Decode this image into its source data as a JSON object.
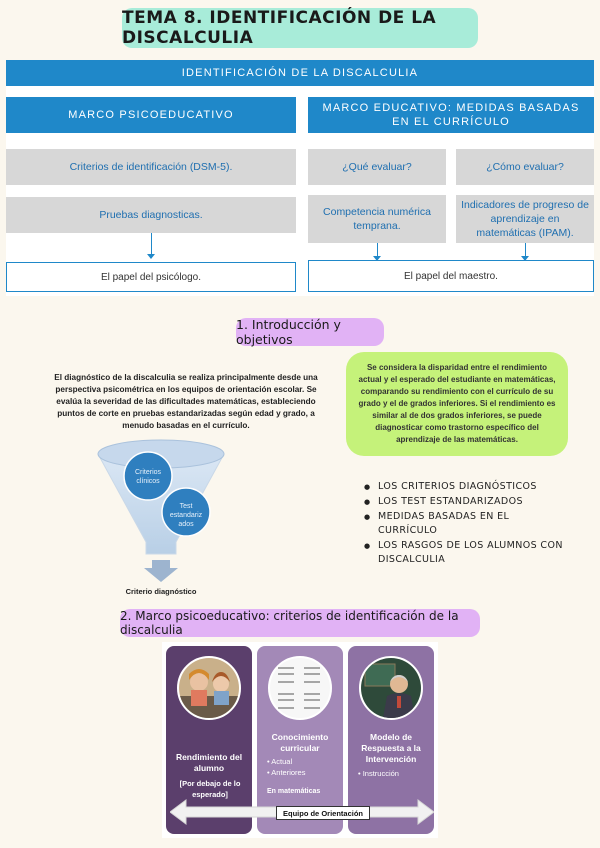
{
  "title": "TEMA 8. IDENTIFICACIÓN DE LA DISCALCULIA",
  "diagram": {
    "top_bar": "IDENTIFICACIÓN DE LA DISCALCULIA",
    "left_header": "MARCO PSICOEDUCATIVO",
    "right_header": "MARCO EDUCATIVO: MEDIDAS BASADAS EN EL CURRÍCULO",
    "left_box1": "Criterios de identificación (DSM-5).",
    "left_box2": "Pruebas diagnosticas.",
    "left_footer": "El papel del psicólogo.",
    "right_q1": "¿Qué evaluar?",
    "right_q2": "¿Cómo evaluar?",
    "right_box1": "Competencia numérica temprana.",
    "right_box2": "Indicadores de progreso de aprendizaje en matemáticas (IPAM).",
    "right_footer": "El papel del maestro."
  },
  "section1": {
    "heading": "1. Introducción y objetivos",
    "intro_text": "El diagnóstico de la discalculia se realiza principalmente desde una perspectiva psicométrica en los equipos de orientación escolar. Se evalúa la severidad de las dificultades matemáticas, estableciendo puntos de corte en pruebas estandarizadas según edad y grado, a menudo basadas en el currículo.",
    "green_box": "Se considera la disparidad entre el rendimiento actual y el esperado del estudiante en matemáticas, comparando su rendimiento con el currículo de su grado y el de grados inferiores. Si el rendimiento es similar al de dos grados inferiores, se puede diagnosticar como trastorno específico del aprendizaje de las matemáticas.",
    "funnel": {
      "circle1": "Criterios clínicos",
      "circle2": "Test estandariz ados",
      "caption": "Criterio diagnóstico"
    },
    "bullets": [
      "LOS CRITERIOS DIAGNÓSTICOS",
      "LOS TEST ESTANDARIZADOS",
      "MEDIDAS BASADAS EN EL CURRÍCULO",
      "LOS RASGOS DE LOS ALUMNOS CON DISCALCULIA"
    ]
  },
  "section2": {
    "heading": "2. Marco psicoeducativo: criterios de identificación de la discalculia",
    "col1": {
      "title": "Rendimiento del alumno",
      "sub": "[Por debajo de lo esperado]"
    },
    "col2": {
      "title": "Conocimiento curricular",
      "items": [
        "• Actual",
        "• Anteriores"
      ],
      "note": "En matemáticas"
    },
    "col3": {
      "title": "Modelo de Respuesta a la Intervención",
      "items": [
        "• Instrucción"
      ]
    },
    "axis_label": "Equipo de Orientación"
  },
  "colors": {
    "accent_blue": "#1f88c9",
    "title_mint": "#a8ecd9",
    "pill_purple": "#e1b2f5",
    "green_box": "#c5f27a"
  }
}
